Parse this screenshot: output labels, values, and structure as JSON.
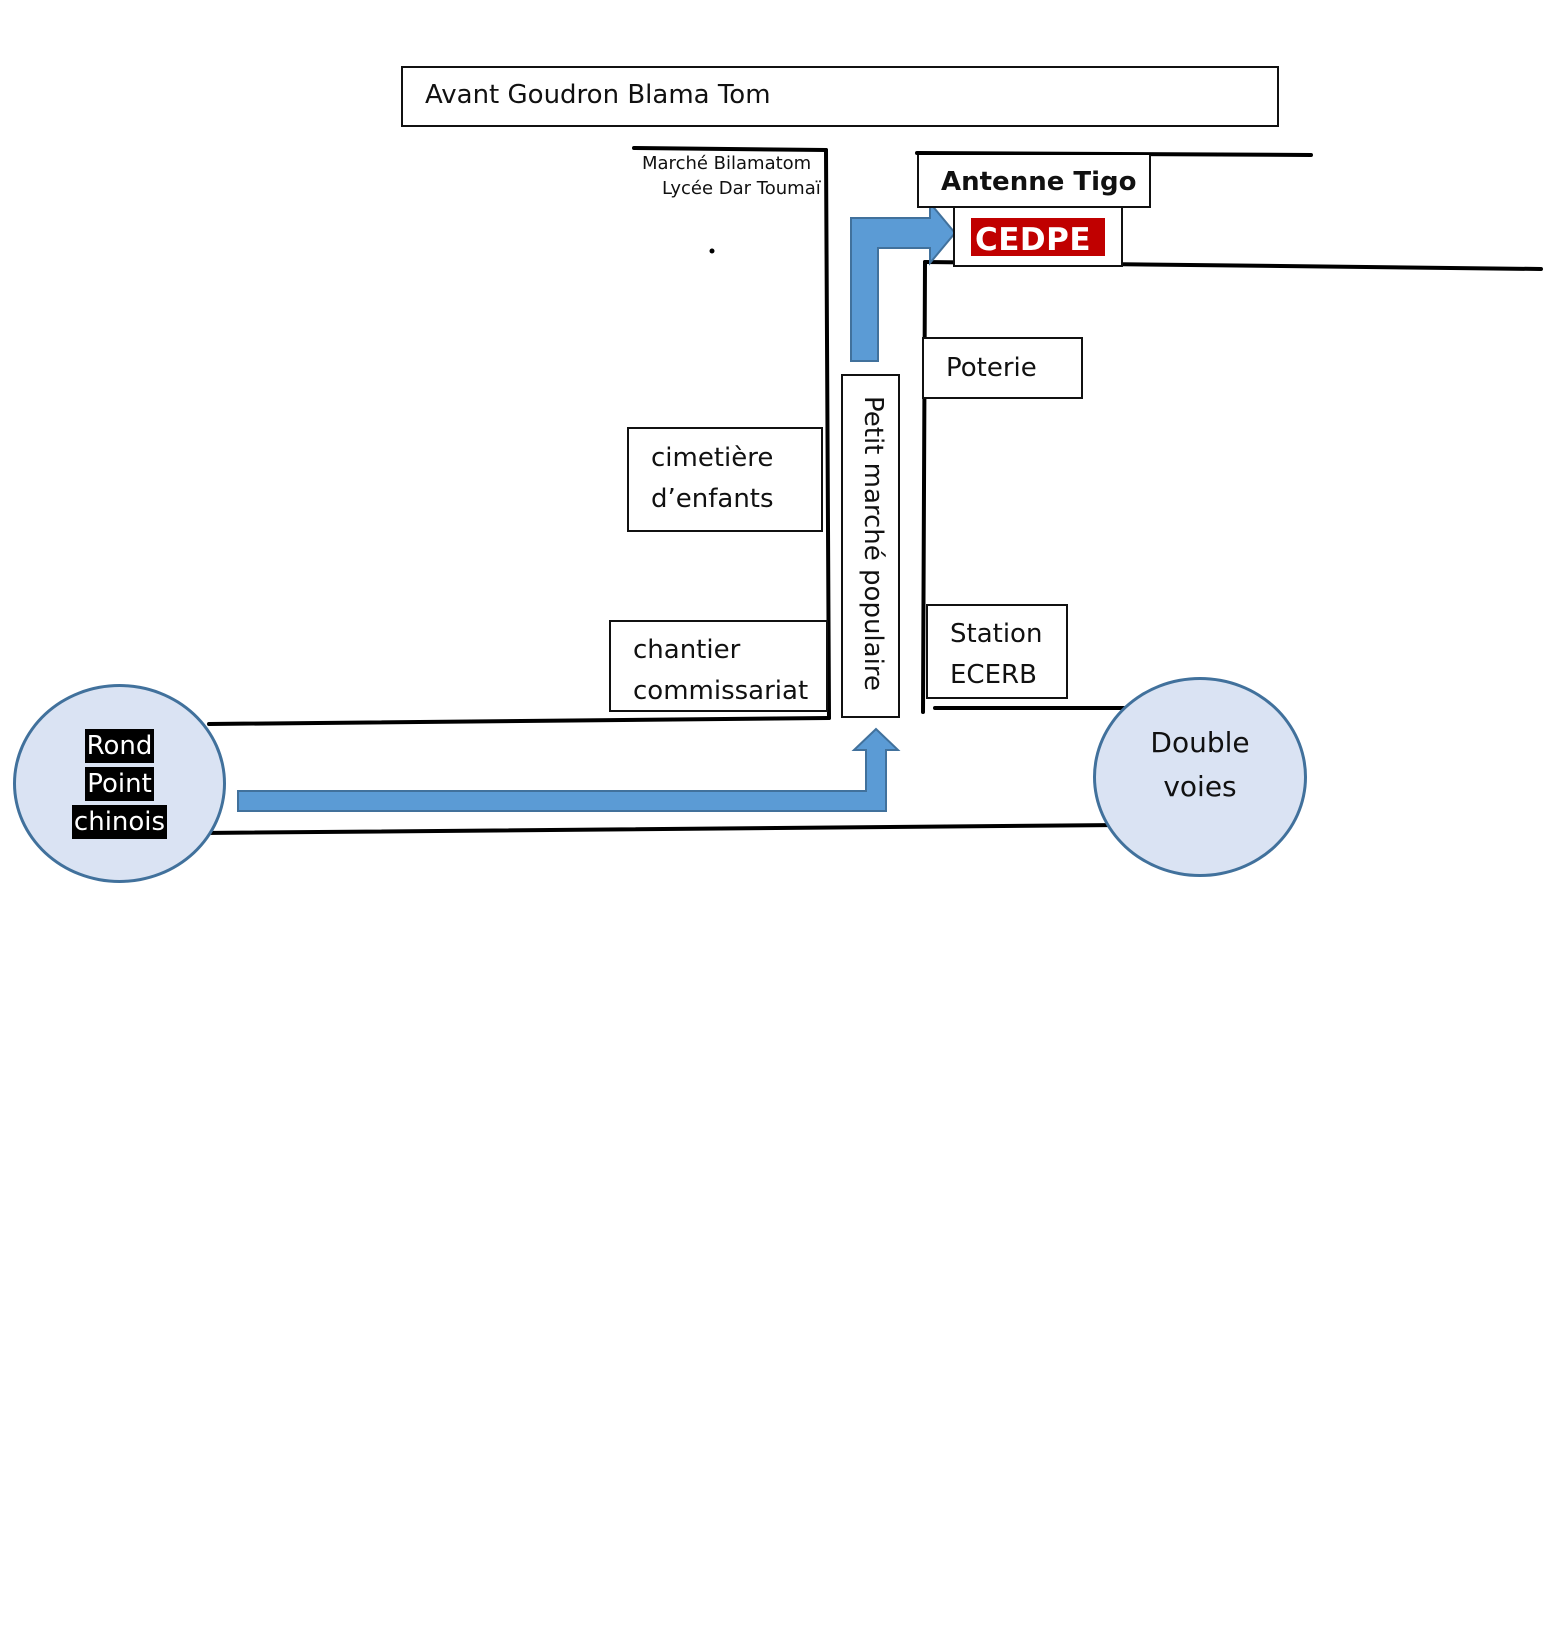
{
  "map": {
    "title": "Avant Goudron Blama Tom",
    "colors": {
      "route_arrow": "#5b9bd5",
      "route_arrow_border": "#41719c",
      "roundabout_fill": "#dae3f3",
      "roundabout_border": "#41719c",
      "destination_tag": "#c00000",
      "road": "#000000"
    },
    "landmarks": {
      "marche_bilamatom": "Marché Bilamatom",
      "lycee_dar_toumai": "Lycée Dar Toumaï",
      "antenne_tigo": "Antenne Tigo",
      "destination": "CEDPE",
      "poterie": "Poterie",
      "cimetiere": [
        "cimetière",
        "d’enfants"
      ],
      "chantier": [
        "chantier",
        "commissariat"
      ],
      "station": [
        "Station",
        "ECERB"
      ],
      "petit_marche": "Petit marché populaire"
    },
    "roundabouts": {
      "start": [
        "Rond",
        "Point",
        "chinois"
      ],
      "end": [
        "Double",
        "voies"
      ]
    },
    "route": {
      "description": "From Rond Point chinois east, then north along Petit marché populaire, then east to CEDPE",
      "icon": "route-arrow-icon"
    }
  }
}
